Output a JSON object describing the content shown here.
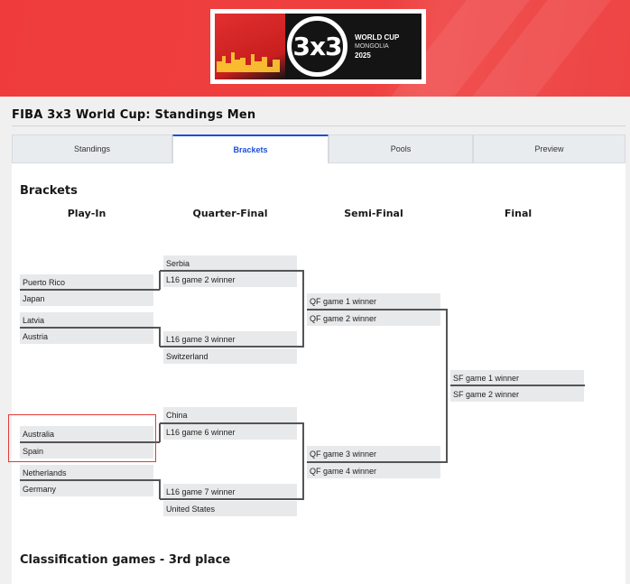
{
  "banner": {
    "logo_mark": "3x3",
    "logo_line1": "WORLD CUP",
    "logo_line2": "MONGOLIA",
    "logo_line3": "2025"
  },
  "page": {
    "title": "FIBA 3x3 World Cup: Standings Men"
  },
  "tabs": [
    {
      "label": "Standings",
      "active": false
    },
    {
      "label": "Brackets",
      "active": true
    },
    {
      "label": "Pools",
      "active": false
    },
    {
      "label": "Preview",
      "active": false
    }
  ],
  "brackets": {
    "heading": "Brackets",
    "rounds": [
      "Play-In",
      "Quarter-Final",
      "Semi-Final",
      "Final"
    ],
    "play_in": [
      "Puerto Rico",
      "Japan",
      "Latvia",
      "Austria",
      "Australia",
      "Spain",
      "Netherlands",
      "Germany"
    ],
    "quarter_final": [
      "Serbia",
      "L16 game 2 winner",
      "L16 game 3 winner",
      "Switzerland",
      "China",
      "L16 game 6 winner",
      "L16 game 7 winner",
      "United States"
    ],
    "semi_final": [
      "QF game 1 winner",
      "QF game 2 winner",
      "QF game 3 winner",
      "QF game 4 winner"
    ],
    "final": [
      "SF game 1 winner",
      "SF game 2 winner"
    ]
  },
  "classification": {
    "heading": "Classification games - 3rd place"
  },
  "colors": {
    "banner_red": "#ef3b3b",
    "accent_blue": "#1b4fd8",
    "highlight_red": "#e23b3b"
  }
}
